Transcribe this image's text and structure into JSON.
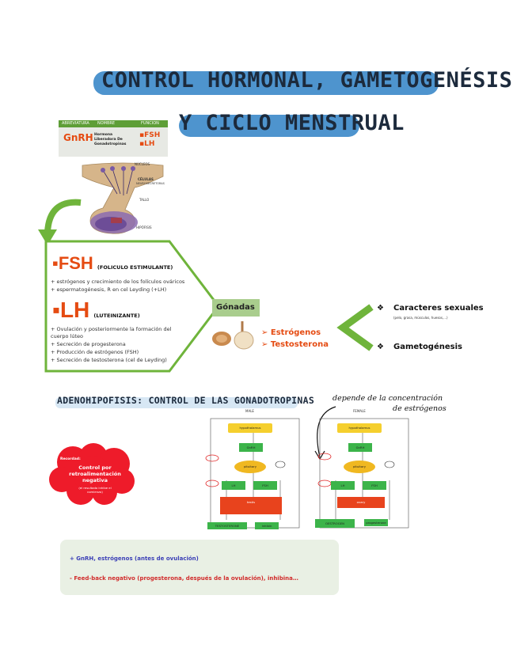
{
  "title": {
    "line1": "CONTROL HORMONAL, GAMETOGENÉSIS",
    "line2": "Y CICLO MENSTRUAL"
  },
  "table": {
    "headers": [
      "ABREVIATURA",
      "NOMBRE",
      "FUNCION"
    ],
    "abbr": "GnRH",
    "name_lines": [
      "Hormona",
      "Liberadora De",
      "Gonadotropinas"
    ],
    "functions": [
      "FSH",
      "LH"
    ]
  },
  "hypophysis": {
    "labels": [
      "NÚCLEOS",
      "CÉLULAS",
      "NEUROSECRETORAS",
      "TALLO",
      "HIPÓFISIS"
    ]
  },
  "fsh": {
    "abbr": "FSH",
    "full": "(FOLICULO ESTIMULANTE)",
    "items": [
      "+ estrógenos y crecimiento de los folículos ováricos",
      "+ espermatogénesis, R en cel Leyding (+LH)"
    ]
  },
  "lh": {
    "abbr": "LH",
    "full": "(LUTEINIZANTE)",
    "items": [
      "+ Ovulación y posteriormente la formación del",
      "cuerpo lúteo",
      "+ Secreción de progesterona",
      "+ Producción de estrógenos (FSH)",
      "+ Secreción de testosterona (cel de Leyding)"
    ]
  },
  "gonadas": {
    "label": "Gónadas",
    "hormones": [
      "Estrógenos",
      "Testosterona"
    ],
    "effects": [
      {
        "label": "Caracteres sexuales",
        "detail": "(pelo, grasa, músculos, huesos,...)"
      },
      {
        "label": "Gametogénesis",
        "detail": ""
      }
    ]
  },
  "section2": {
    "heading": "ADENOHIPOFISIS: CONTROL DE LAS GONADOTROPINAS",
    "handnote_lines": [
      "depende de la concentración",
      "de estrógenos"
    ],
    "cloud": {
      "small": "Recordad:",
      "main_lines": [
        "Control por",
        "retroalimentación",
        "negativa"
      ],
      "detail_lines": [
        "(el resultado inhibe el",
        "comienzo)"
      ]
    },
    "diagram": {
      "male_label": "MALE",
      "female_label": "FEMALE",
      "male_nodes": {
        "top": "hypothalamus",
        "green1": "GnRH",
        "gold": "pituitary",
        "left_green": "LH",
        "right_green": "FSH",
        "red": "testis",
        "out_left": "TESTOSTERONE",
        "out_right": "inhibin"
      },
      "female_nodes": {
        "top": "hypothalamus",
        "green1": "GnRH",
        "gold": "pituitary",
        "left_green": "LH",
        "right_green": "FSH",
        "red": "ovary",
        "out_left": "OESTROGEN",
        "out_right": "progesterone"
      }
    },
    "notes": [
      "+ GnRH, estrógenos (antes de ovulación)",
      "- Feed-back negativo (progesterona, después de la ovulación), inhibina…"
    ]
  },
  "colors": {
    "accent_orange": "#e54b12",
    "green": "#5e9e37",
    "highlight_blue": "#3b88c9",
    "cloud_red": "#ee1b2a"
  }
}
